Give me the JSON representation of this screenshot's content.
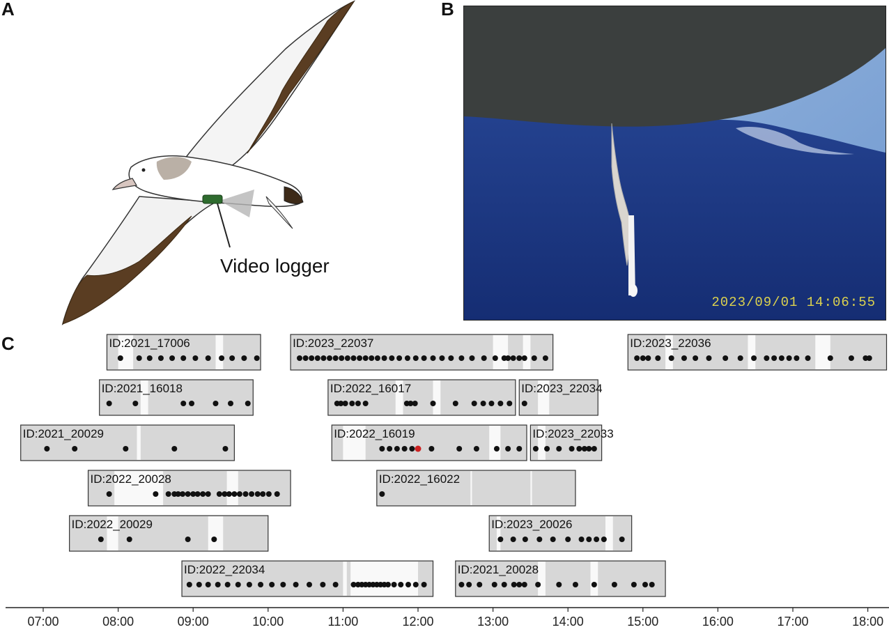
{
  "panels": {
    "a_label": "A",
    "b_label": "B",
    "c_label": "C"
  },
  "panel_a": {
    "logger_label": "Video logger",
    "colors": {
      "wing_tip": "#5a3d22",
      "body": "#ffffff",
      "logger": "#2e6b2e",
      "outline": "#333333"
    }
  },
  "panel_b": {
    "timestamp": "2023/09/01  14:06:55",
    "colors": {
      "sea": "#1c3a8c",
      "sky": "#7fa8d8",
      "body_shadow": "#3b3f3e"
    }
  },
  "timeline": {
    "tick_labels": [
      "07:00",
      "08:00",
      "09:00",
      "10:00",
      "11:00",
      "12:00",
      "13:00",
      "14:00",
      "15:00",
      "16:00",
      "17:00",
      "18:00"
    ],
    "colors": {
      "track_bg": "#d7d7d7",
      "gap": "#ffffff",
      "event": "#111111",
      "highlight": "#cc2222"
    },
    "tracks": [
      {
        "id": "ID:2021_17006",
        "row": 0,
        "start": 7.85,
        "end": 9.9,
        "gaps": [
          [
            8.0,
            8.2
          ],
          [
            9.3,
            9.4
          ]
        ],
        "events": [
          8.03,
          8.28,
          8.42,
          8.57,
          8.72,
          8.87,
          9.03,
          9.2,
          9.38,
          9.52,
          9.68,
          9.85
        ]
      },
      {
        "id": "ID:2023_22037",
        "row": 0,
        "start": 10.3,
        "end": 13.8,
        "gaps": [
          [
            13.0,
            13.2
          ],
          [
            13.4,
            13.5
          ]
        ],
        "events": [
          10.42,
          10.5,
          10.58,
          10.66,
          10.74,
          10.82,
          10.9,
          10.98,
          11.06,
          11.14,
          11.22,
          11.3,
          11.38,
          11.46,
          11.55,
          11.65,
          11.75,
          11.86,
          11.97,
          12.08,
          12.2,
          12.32,
          12.44,
          12.58,
          12.72,
          12.88,
          13.03,
          13.15,
          13.2,
          13.27,
          13.35,
          13.42,
          13.55,
          13.7
        ]
      },
      {
        "id": "ID:2023_22036",
        "row": 0,
        "start": 14.8,
        "end": 18.25,
        "gaps": [
          [
            15.3,
            15.4
          ],
          [
            16.4,
            16.5
          ],
          [
            17.3,
            17.5
          ]
        ],
        "events": [
          14.92,
          15.0,
          15.07,
          15.2,
          15.38,
          15.55,
          15.7,
          15.88,
          16.1,
          16.3,
          16.48,
          16.65,
          16.75,
          16.85,
          16.95,
          17.05,
          17.2,
          17.5,
          17.78,
          17.97,
          18.02
        ]
      },
      {
        "id": "ID:2021_16018",
        "row": 1,
        "start": 7.75,
        "end": 9.8,
        "gaps": [
          [
            8.3,
            8.4
          ]
        ],
        "events": [
          7.88,
          8.23,
          8.87,
          8.98,
          9.3,
          9.5,
          9.73
        ]
      },
      {
        "id": "ID:2022_16017",
        "row": 1,
        "start": 10.8,
        "end": 13.3,
        "gaps": [
          [
            11.7,
            11.8
          ],
          [
            12.2,
            12.3
          ]
        ],
        "events": [
          10.92,
          10.97,
          11.03,
          11.12,
          11.2,
          11.3,
          11.85,
          11.9,
          11.96,
          12.2,
          12.5,
          12.75,
          12.87,
          12.98,
          13.1,
          13.22
        ]
      },
      {
        "id": "ID:2023_22034",
        "row": 1,
        "start": 13.35,
        "end": 14.4,
        "gaps": [
          [
            13.6,
            13.75
          ]
        ],
        "events": [
          13.42
        ]
      },
      {
        "id": "ID:2021_20029",
        "row": 2,
        "start": 6.7,
        "end": 9.55,
        "gaps": [
          [
            8.25,
            8.3
          ]
        ],
        "events": [
          7.05,
          7.42,
          8.1,
          8.75,
          9.43
        ]
      },
      {
        "id": "ID:2022_16019",
        "row": 2,
        "start": 10.85,
        "end": 13.45,
        "gaps": [
          [
            11.0,
            11.3
          ],
          [
            12.95,
            13.1
          ]
        ],
        "events": [
          11.52,
          11.62,
          11.72,
          11.82,
          11.92,
          12.18,
          12.55,
          12.78,
          13.05,
          13.2,
          13.35
        ],
        "highlight": [
          12.0
        ]
      },
      {
        "id": "ID:2023_22033",
        "row": 2,
        "start": 13.5,
        "end": 14.45,
        "gaps": [
          [
            13.6,
            13.7
          ]
        ],
        "events": [
          13.57,
          13.72,
          13.88,
          14.05,
          14.15,
          14.22,
          14.28,
          14.35
        ]
      },
      {
        "id": "ID:2022_20028",
        "row": 3,
        "start": 7.6,
        "end": 10.3,
        "gaps": [
          [
            7.95,
            8.6
          ],
          [
            9.45,
            9.6
          ]
        ],
        "events": [
          7.88,
          8.5,
          8.67,
          8.75,
          8.8,
          8.86,
          8.93,
          9.0,
          9.06,
          9.13,
          9.2,
          9.35,
          9.42,
          9.48,
          9.55,
          9.62,
          9.7,
          9.78,
          9.86,
          9.93,
          10.01,
          10.12
        ]
      },
      {
        "id": "ID:2022_16022",
        "row": 3,
        "start": 11.45,
        "end": 14.1,
        "gaps": [
          [
            12.7,
            12.72
          ],
          [
            13.5,
            13.52
          ]
        ],
        "events": [
          11.52
        ]
      },
      {
        "id": "ID:2022_20029",
        "row": 4,
        "start": 7.35,
        "end": 10.0,
        "gaps": [
          [
            7.85,
            8.0
          ],
          [
            9.2,
            9.4
          ]
        ],
        "events": [
          7.77,
          8.15,
          8.93,
          9.28
        ]
      },
      {
        "id": "ID:2023_20026",
        "row": 4,
        "start": 12.95,
        "end": 14.85,
        "gaps": [
          [
            13.05,
            13.1
          ],
          [
            14.5,
            14.6
          ]
        ],
        "events": [
          13.1,
          13.27,
          13.43,
          13.62,
          13.8,
          14.0,
          14.18,
          14.28,
          14.38,
          14.48,
          14.72
        ]
      },
      {
        "id": "ID:2022_22034",
        "row": 5,
        "start": 8.85,
        "end": 12.2,
        "gaps": [
          [
            11.0,
            11.05
          ],
          [
            11.1,
            12.0
          ]
        ],
        "events": [
          8.95,
          9.08,
          9.2,
          9.33,
          9.46,
          9.6,
          9.75,
          9.9,
          10.05,
          10.2,
          10.37,
          10.55,
          10.73,
          10.9,
          11.14,
          11.2,
          11.25,
          11.3,
          11.35,
          11.4,
          11.45,
          11.5,
          11.55,
          11.6,
          11.68,
          11.77,
          11.87,
          11.97,
          12.08
        ]
      },
      {
        "id": "ID:2021_20028",
        "row": 5,
        "start": 12.5,
        "end": 15.3,
        "gaps": [
          [
            13.6,
            13.7
          ],
          [
            14.3,
            14.4
          ]
        ],
        "events": [
          12.58,
          12.68,
          12.82,
          13.02,
          13.15,
          13.28,
          13.35,
          13.42,
          13.6,
          13.88,
          14.1,
          14.35,
          14.62,
          14.88,
          15.03,
          15.12
        ]
      }
    ]
  }
}
